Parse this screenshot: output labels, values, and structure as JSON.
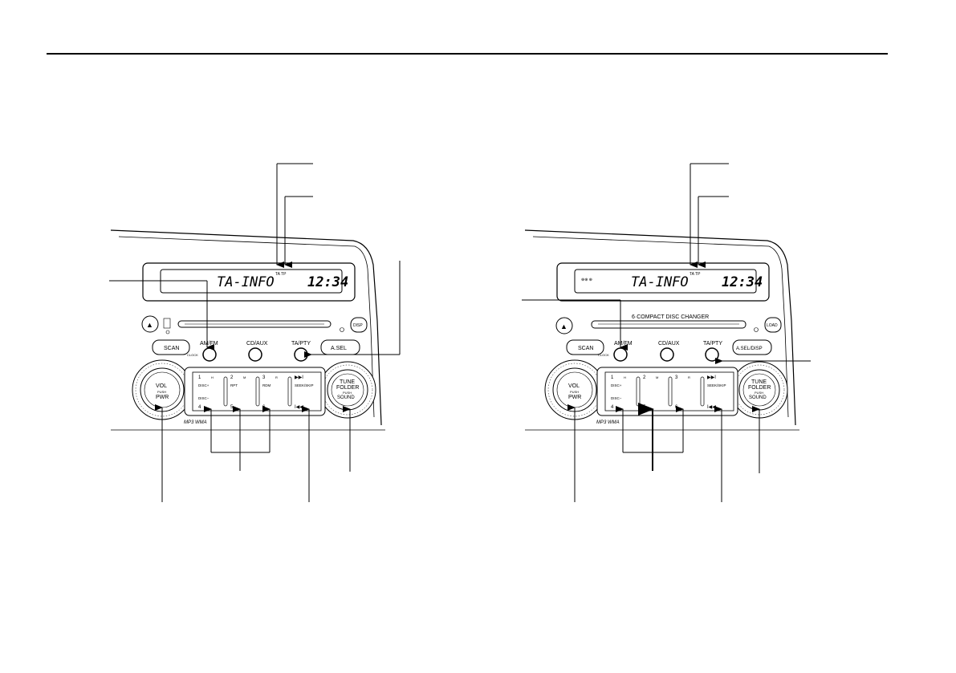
{
  "units": [
    {
      "id": "left",
      "display_text": "TA-INFO",
      "clock": "12:34",
      "ta_tp": "TA TP",
      "disc_icons": "",
      "slot_label": "",
      "buttons": {
        "eject": "▲",
        "disp": "DISP",
        "scan": "SCAN",
        "am_fm": "AM/FM",
        "clock": "CLOCK",
        "cd_aux": "CD/AUX",
        "ta_pty": "TA/PTY",
        "a_sel": "A.SEL"
      },
      "knobs": {
        "vol_top": "VOL",
        "vol_push": "PUSH",
        "vol_bottom": "PWR",
        "tune_top": "TUNE",
        "tune_mid": "FOLDER",
        "tune_push": "PUSH",
        "tune_bottom": "SOUND"
      },
      "presets_top": [
        {
          "num": "1",
          "sub": "H",
          "mid": "DISC+"
        },
        {
          "num": "2",
          "sub": "M",
          "mid": "RPT"
        },
        {
          "num": "3",
          "sub": "R",
          "mid": "RDM"
        },
        {
          "num": "▶▶I",
          "sub": "",
          "mid": "SEEK/SKIP"
        }
      ],
      "presets_bottom": [
        {
          "num": "4",
          "mid": "DISC−"
        },
        {
          "num": "5",
          "mid": ""
        },
        {
          "num": "6",
          "mid": ""
        },
        {
          "num": "I◀◀",
          "mid": ""
        }
      ],
      "footer": "MP3 WMA"
    },
    {
      "id": "right",
      "display_text": "TA-INFO",
      "clock": "12:34",
      "ta_tp": "TA TP",
      "disc_icons": "⊕⊕\n⊕",
      "slot_label": "6·COMPACT DISC CHANGER",
      "buttons": {
        "eject": "▲",
        "disp": "LOAD",
        "scan": "SCAN",
        "am_fm": "AM/FM",
        "clock": "CLOCK",
        "cd_aux": "CD/AUX",
        "ta_pty": "TA/PTY",
        "a_sel": "A.SEL/DISP"
      },
      "knobs": {
        "vol_top": "VOL",
        "vol_push": "PUSH",
        "vol_bottom": "PWR",
        "tune_top": "TUNE",
        "tune_mid": "FOLDER",
        "tune_push": "PUSH",
        "tune_bottom": "SOUND"
      },
      "presets_top": [
        {
          "num": "1",
          "sub": "H",
          "mid": "DISC+"
        },
        {
          "num": "2",
          "sub": "M",
          "mid": ""
        },
        {
          "num": "3",
          "sub": "R",
          "mid": ""
        },
        {
          "num": "▶▶I",
          "sub": "",
          "mid": "SEEK/SKIP"
        }
      ],
      "presets_bottom": [
        {
          "num": "4",
          "mid": "DISC−"
        },
        {
          "num": "5",
          "mid": ""
        },
        {
          "num": "6",
          "mid": ""
        },
        {
          "num": "I◀◀",
          "mid": ""
        }
      ],
      "footer": "MP3 WMA"
    }
  ]
}
